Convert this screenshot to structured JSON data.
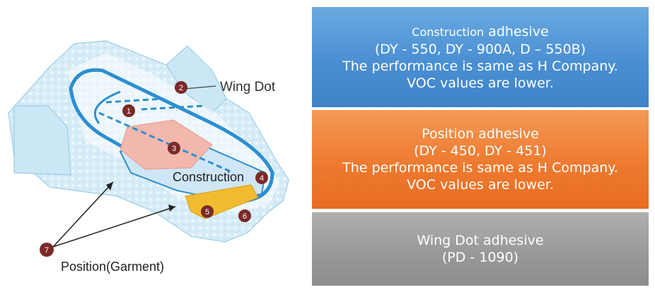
{
  "diagram": {
    "callouts": {
      "wing_dot": "Wing Dot",
      "construction": "Construction",
      "position_garment": "Position(Garment)"
    },
    "markers": [
      "1",
      "2",
      "3",
      "4",
      "5",
      "6",
      "7"
    ]
  },
  "boxes": {
    "construction": {
      "title_prefix": "Construction",
      "title_suffix": " adhesive",
      "products": "(DY - 550, DY - 900A, D – 550B)",
      "performance": "The performance is same as H Company.",
      "voc": "VOC values are lower."
    },
    "position": {
      "title": "Position adhesive",
      "products": "(DY - 450, DY - 451)",
      "performance": "The performance is same as H Company.",
      "voc": "VOC values are lower."
    },
    "wing_dot": {
      "title": "Wing Dot adhesive",
      "products": "(PD - 1090)"
    }
  },
  "colors": {
    "construction_box": "#4a8fd3",
    "position_box": "#ee7a2f",
    "wing_dot_box": "#999999",
    "marker_fill": "#7a2a28",
    "channel_blue": "#2c8fd0",
    "position_strip": "#f2bb2f",
    "core_pink": "#f2b7ad"
  }
}
